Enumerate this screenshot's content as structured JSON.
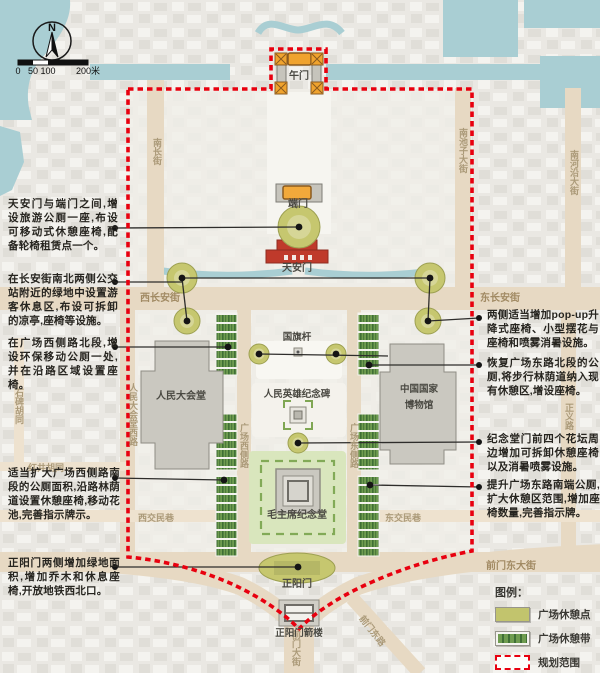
{
  "compass": {
    "north_label": "N"
  },
  "scalebar": {
    "ticks": [
      "0",
      "50",
      "100",
      "200米"
    ]
  },
  "annotations": {
    "left": [
      {
        "text": "天安门与端门之间,增设旅游公厕一座,布设可移动式休憩座椅,配备轮椅租赁点一个。"
      },
      {
        "text": "在长安街南北两侧公交站附近的绿地中设置游客休息区,布设可拆卸的凉亭,座椅等设施。"
      },
      {
        "text": "在广场西侧路北段,增设环保移动公厕一处,并在沿路区域设置座椅。"
      },
      {
        "text": "适当扩大广场西侧路南段的公厕面积,沿路林荫道设置休憩座椅,移动花池,完善指示牌示。"
      },
      {
        "text": "正阳门两侧增加绿地面积,增加乔木和休息座椅,开放地铁西北口。"
      }
    ],
    "right": [
      {
        "text": "两侧适当增加pop-up升降式座椅、小型摆花与座椅和喷雾消暑设施。"
      },
      {
        "text": "恢复广场东路北段的公厕,将步行林荫道纳入现有休憩区,增设座椅。"
      },
      {
        "text": "纪念堂门前四个花坛周边增加可拆卸休憩座椅以及消暑喷雾设施。"
      },
      {
        "text": "提升广场东路南端公厕,扩大休憩区范围,增加座椅数量,完善指示牌。"
      }
    ]
  },
  "map": {
    "landmarks": {
      "wumen": "午门",
      "duanmen": "端门",
      "tiananmen": "天安门",
      "flagpole": "国旗杆",
      "monument": "人民英雄纪念碑",
      "great_hall": "人民大会堂",
      "museum_line1": "中国国家",
      "museum_line2": "博物馆",
      "mao_hall": "毛主席纪念堂",
      "zhengyangmen": "正阳门",
      "archery_tower": "正阳门箭楼"
    },
    "streets": {
      "nanchang": "南长街",
      "nanchizi": "南池子大街",
      "nanheyan": "南河沿大街",
      "xichangan": "西长安街",
      "dongchangan": "东长安街",
      "shibei_hutong": "石碑胡同",
      "rmdht_xilu": "人民大会堂西路",
      "hongjing_hutong": "红井胡同",
      "zhengyilu": "正义路",
      "guangchang_xicelu": "广场西侧路",
      "guangchang_dongcelu": "广场东侧路",
      "xijiaominxiang": "西交民巷",
      "dongjiaominxiang": "东交民巷",
      "qianmen_dongdajie": "前门东大街",
      "qianmen_dajie": "前门大街",
      "qianmen_donglu": "前门东路"
    }
  },
  "legend": {
    "title": "图例：",
    "items": [
      {
        "label": "广场休憩点",
        "type": "rest-point"
      },
      {
        "label": "广场休憩带",
        "type": "rest-band"
      },
      {
        "label": "规划范围",
        "type": "planning-boundary"
      }
    ]
  },
  "colors": {
    "boundary_red": "#e8000f",
    "rest_point_olive": "#c6c76f",
    "rest_band_green": "#6f9c50",
    "rest_band_stripe": "#3f6f35",
    "water_teal": "#a9ced3",
    "road_beige": "#e7d9c3"
  }
}
